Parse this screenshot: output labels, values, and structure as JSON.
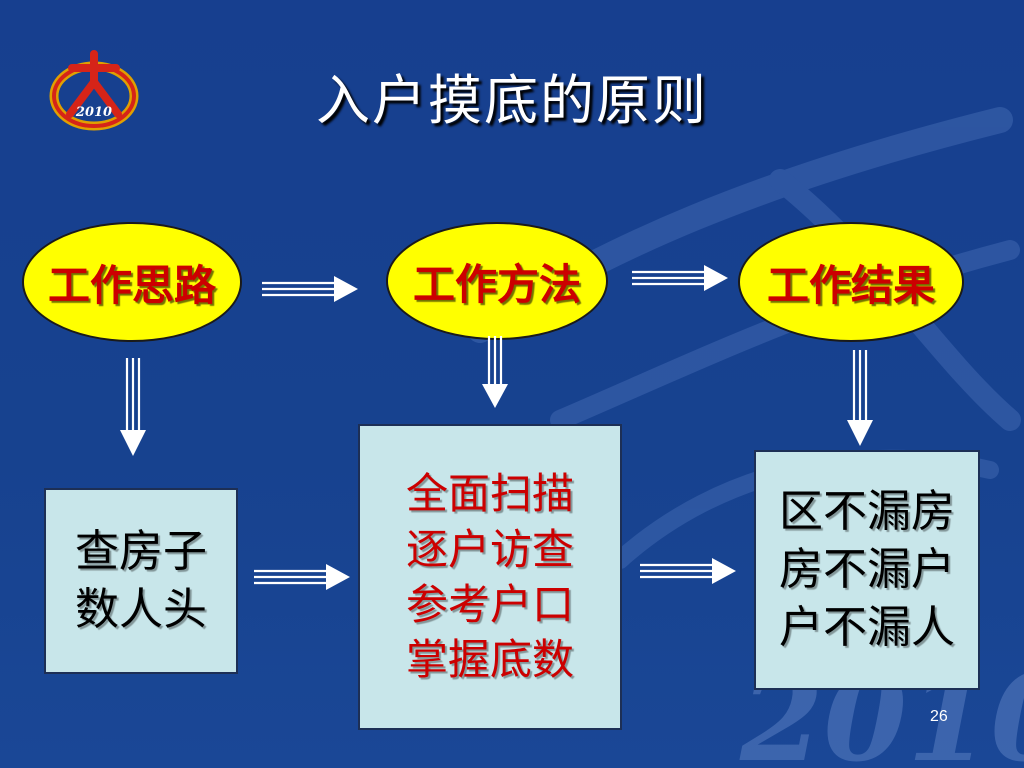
{
  "title": "入户摸底的原则",
  "page_number": "26",
  "logo": {
    "icon": "2010-census-logo",
    "text": "2010"
  },
  "watermark_text": "2010",
  "ellipses": {
    "left": "工作思路",
    "middle": "工作方法",
    "right": "工作结果"
  },
  "boxes": {
    "left": [
      "查房子",
      "数人头"
    ],
    "middle": [
      "全面扫描",
      "逐户访查",
      "参考户口",
      "掌握底数"
    ],
    "right": [
      "区不漏房",
      "房不漏户",
      "户不漏人"
    ]
  },
  "colors": {
    "background": "#173f8f",
    "ellipse_fill": "#ffff00",
    "ellipse_text": "#cc0000",
    "box_fill": "#c8e6ea",
    "title_text": "#ffffff"
  }
}
